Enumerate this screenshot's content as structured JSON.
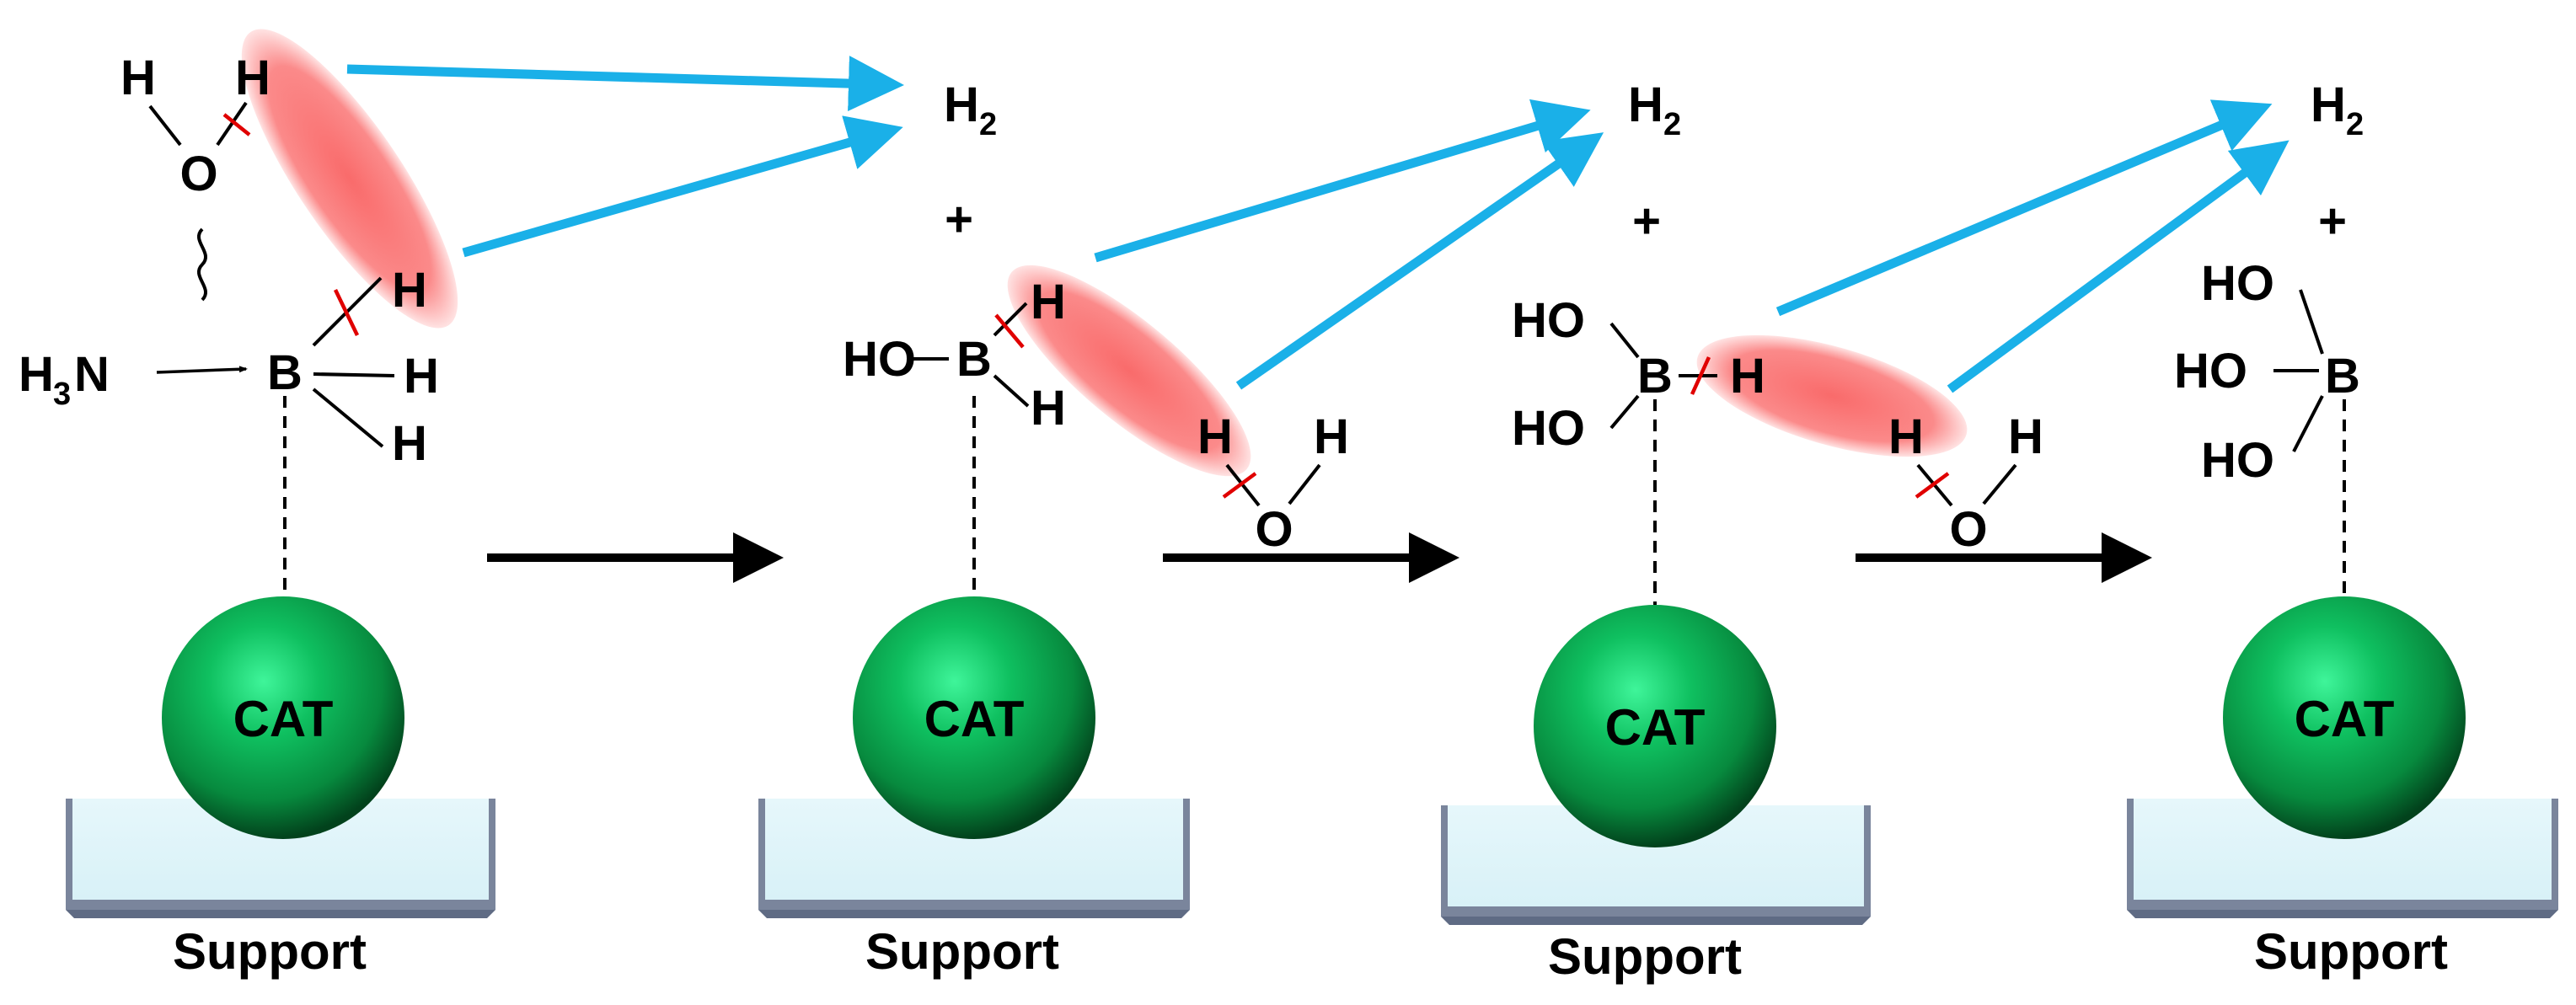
{
  "colors": {
    "cat_sphere": "#0a9a4a",
    "support_fill": "#dff4f9",
    "blue_arrow": "#1ab0e8",
    "red_mark": "#e00000",
    "red_ellipse": "#fa7a7a"
  },
  "labels": {
    "cat": "CAT",
    "support": "Support",
    "plus": "+",
    "h": "H",
    "o": "O",
    "b": "B",
    "ho": "HO",
    "h2_base": "H",
    "h2_sub": "2",
    "h3n_h": "H",
    "h3n_sub": "3",
    "h3n_n": "N"
  }
}
